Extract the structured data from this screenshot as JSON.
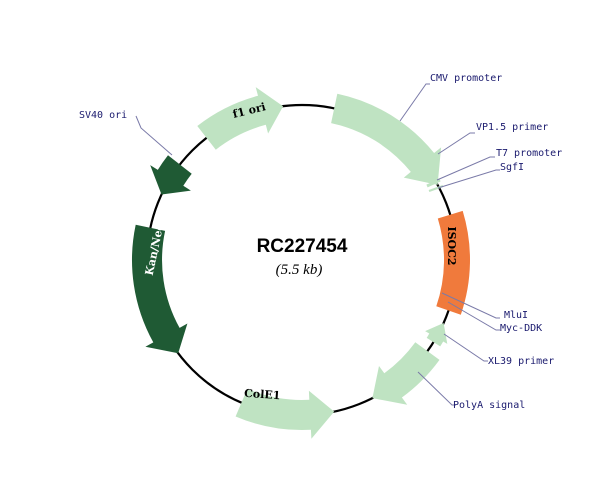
{
  "plasmid": {
    "name": "RC227454",
    "size": "(5.5 kb)"
  },
  "colors": {
    "light_feature": "#bfe3c2",
    "dark_feature": "#1f5a34",
    "insert": "#f07a3c",
    "label_text": "#1a1a6e",
    "leader_line": "#7a7aa8",
    "backbone": "#000000"
  },
  "features": [
    {
      "id": "cmv-promoter",
      "label": "CMV promoter"
    },
    {
      "id": "isoc2",
      "label": "ISOC2"
    },
    {
      "id": "polya-signal",
      "label": "PolyA signal"
    },
    {
      "id": "cole1",
      "label": "ColE1"
    },
    {
      "id": "kan-neo",
      "label": "Kan/Neo"
    },
    {
      "id": "sv40-ori",
      "label": "SV40 ori"
    },
    {
      "id": "f1-ori",
      "label": "f1 ori"
    }
  ],
  "site_labels": {
    "vp15_primer": "VP1.5 primer",
    "t7_promoter": "T7 promoter",
    "sgfi": "SgfI",
    "mlui": "MluI",
    "myc_ddk": "Myc-DDK",
    "xl39_primer": "XL39 primer"
  }
}
